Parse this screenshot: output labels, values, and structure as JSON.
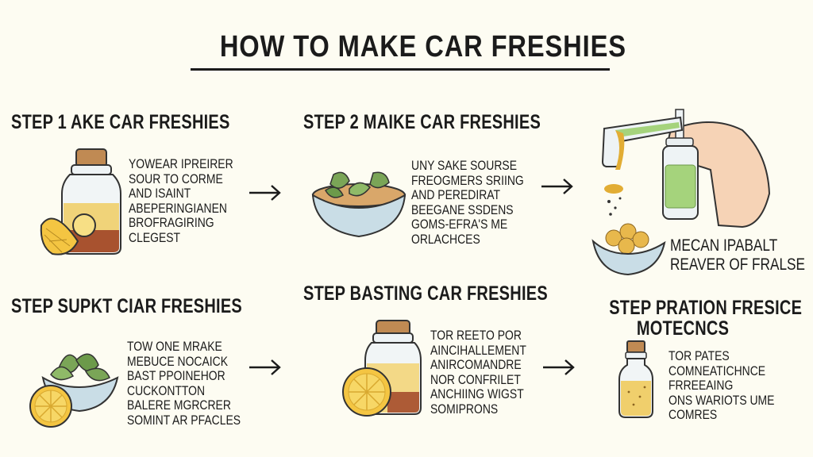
{
  "page": {
    "title": "HOW TO MAKE CAR FRESHIES",
    "background_color": "#fdfcf2",
    "text_color": "#1b1b1b"
  },
  "steps": [
    {
      "heading": "STEP 1 AKE CAR FRESHIES",
      "illustration": "jar-with-lemon-icon",
      "body": [
        "YOWEAR IPREIRER",
        "SOUR TO CORME",
        "AND ISAINT",
        "ABEPERINGIANEN",
        "BROFRAGIRING",
        "CLEGEST"
      ]
    },
    {
      "heading": "STEP 2 MAIKE CAR FRESHIES",
      "illustration": "bowl-of-leaves-icon",
      "body": [
        "UNY SAKE SOURSE",
        "FREOGMERS SRIING",
        "AND PEREDIRAT",
        "BEEGANE SSDENS",
        "GOMS-EFRA'S ME",
        "ORLACHCES"
      ]
    },
    {
      "heading": "",
      "illustration": "hand-pouring-bottle-icon",
      "caption": [
        "MECAN IPABALT",
        "REAVER OF FRALSE"
      ]
    },
    {
      "heading": "STEP SUPKT CIAR FRESHIES",
      "illustration": "bowl-leaves-lemon-icon",
      "body": [
        "TOW ONE MRAKE",
        "MEBUCE NOCAICK",
        "BAST PPOINEHOR",
        "CUCKONTTON",
        "BALERE MGRCRER",
        "SOMINT AR PFACLES"
      ]
    },
    {
      "heading": "STEP BASTING CAR FRESHIES",
      "illustration": "jar-lemon-slice-icon",
      "body": [
        "TOR REETO POR",
        "AINCIHALLEMENT",
        "ANIRCOMANDRE",
        "NOR CONFRILET",
        "ANCHIING WIGST",
        "SOMIPRONS"
      ]
    },
    {
      "heading": "STEP PRATION FRESICE",
      "heading2": "MOTECNCS",
      "illustration": "small-oil-bottle-icon",
      "body": [
        "TOR PATES",
        "COMNEATICHNCE",
        "FRREEAING",
        "ONS WARIOTS UME",
        "COMRES"
      ]
    }
  ],
  "arrows": [
    "arrow-right",
    "arrow-right",
    "arrow-right",
    "arrow-right"
  ],
  "colors": {
    "amber_liquid": "#f0cf6c",
    "dark_liquid": "#9b3b22",
    "lemon": "#f4c542",
    "leaf_green": "#7aa557",
    "bowl_blue": "#c9dde6",
    "cork": "#b57a45",
    "green_liquid": "#a5d37c",
    "skin": "#f6d3b6"
  }
}
